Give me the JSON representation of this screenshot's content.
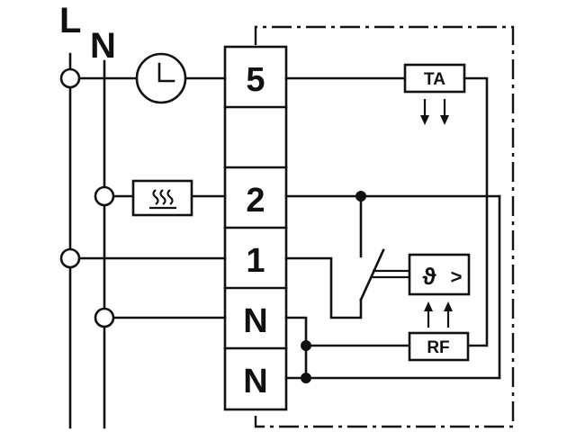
{
  "rails": {
    "line_label": "L",
    "neutral_label": "N"
  },
  "terminals": [
    "5",
    "",
    "2",
    "1",
    "N",
    "N"
  ],
  "components": {
    "time_switch_icon": "clock-icon",
    "heater_icon": "heating-element-icon",
    "ta_label": "TA",
    "rf_label": "RF",
    "sensor_icon": "temperature-sensor-icon",
    "sensor_symbol": "ϑ",
    "sensor_comparator": ">"
  }
}
